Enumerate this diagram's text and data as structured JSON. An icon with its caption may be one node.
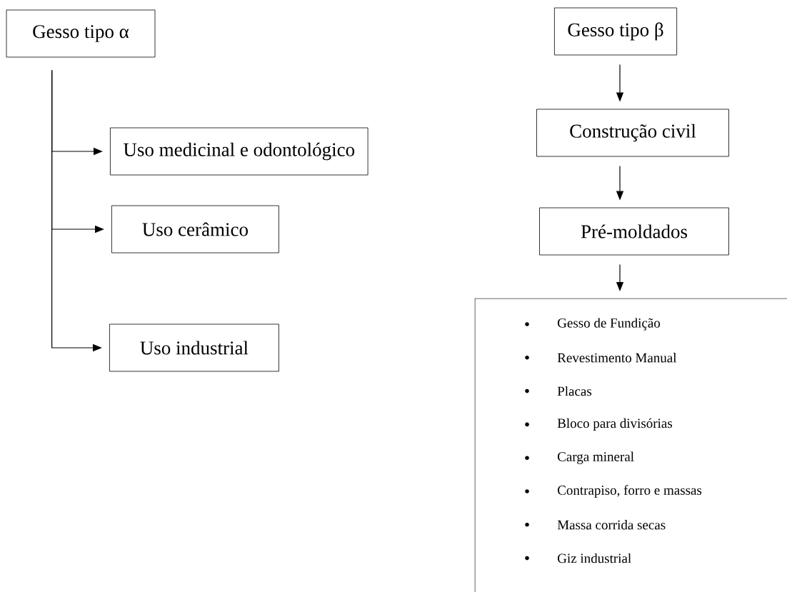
{
  "diagram": {
    "nodes": [
      {
        "text": [
          "Gesso tipo α"
        ]
      },
      {
        "text": [
          "Uso medicinal e odontológico"
        ]
      },
      {
        "text": [
          "Uso cerâmico"
        ]
      },
      {
        "text": [
          "Uso industrial"
        ]
      },
      {
        "text": [
          "Gesso tipo β"
        ]
      },
      {
        "text": [
          "Construção civil"
        ]
      },
      {
        "text": [
          "Pré-moldados"
        ]
      },
      {
        "text": [
          "Gesso de Fundição",
          "Revestimento Manual",
          "Placas",
          "Bloco para divisórias",
          "Carga mineral",
          "Contrapiso, forro e massas",
          "Massa corrida secas",
          "Giz industrial"
        ]
      }
    ],
    "edges": [
      {
        "from": 0,
        "to": 1,
        "arrow": "to"
      },
      {
        "from": 0,
        "to": 2,
        "arrow": "to"
      },
      {
        "from": 0,
        "to": 3,
        "arrow": "to"
      },
      {
        "from": 4,
        "to": 5,
        "arrow": "to"
      },
      {
        "from": 5,
        "to": 6,
        "arrow": "to"
      },
      {
        "from": 6,
        "to": 7,
        "arrow": "to"
      }
    ]
  }
}
